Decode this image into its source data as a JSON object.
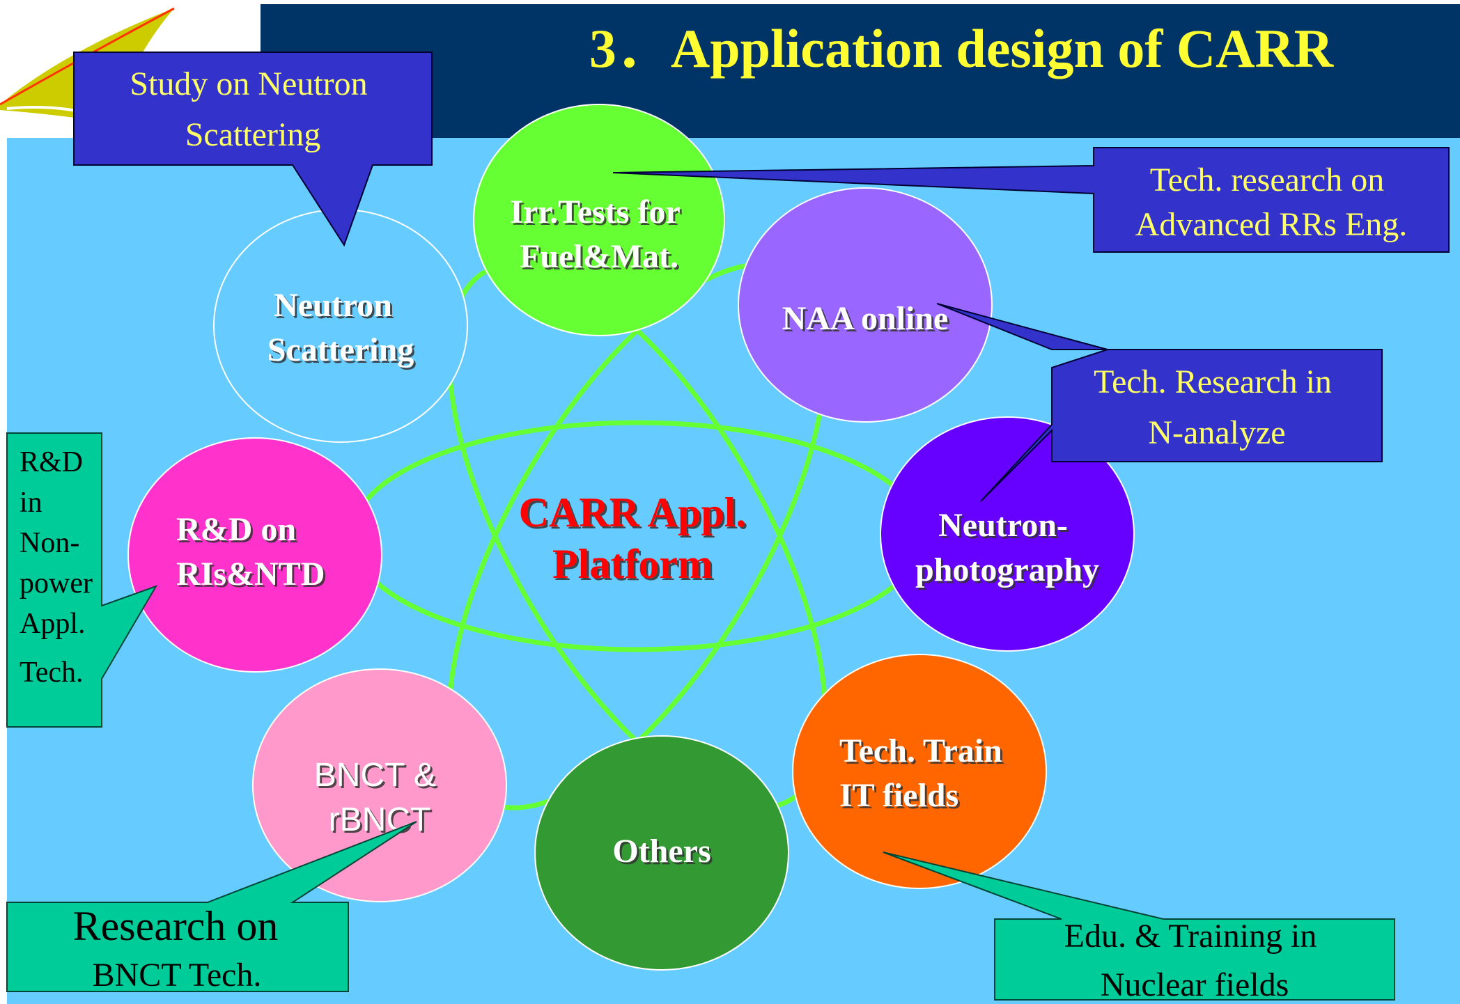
{
  "title": "3．Application design of CARR",
  "colors": {
    "header_bg": "#003366",
    "slide_bg": "#66ccff",
    "title_text": "#ffff33",
    "orbit": "#66ff33",
    "callout_blue": "#3333cc",
    "callout_green": "#00cc99",
    "center_text": "#ff0000"
  },
  "center": {
    "line1": "CARR Appl.",
    "line2": "Platform"
  },
  "nodes": {
    "neutron_scattering": {
      "line1": "Neutron",
      "line2": "Scattering",
      "color": "#66ccff"
    },
    "irr_tests": {
      "line1": "Irr.Tests for",
      "line2": "Fuel&Mat.",
      "color": "#66ff33"
    },
    "naa_online": {
      "line1": "NAA online",
      "color": "#9966ff"
    },
    "neutron_photography": {
      "line1": "Neutron-",
      "line2": "photography",
      "color": "#6600ff"
    },
    "tech_train": {
      "line1": "Tech. Train",
      "line2": "IT fields",
      "color": "#ff6600"
    },
    "others": {
      "line1": "Others",
      "color": "#339933"
    },
    "bnct": {
      "line1": "BNCT &",
      "line2": "rBNCT",
      "color": "#ff99cc"
    },
    "rd_ris": {
      "line1": "R&D on",
      "line2": "RIs&NTD",
      "color": "#ff33cc"
    }
  },
  "callouts": {
    "study_neutron": {
      "line1": "Study on Neutron",
      "line2": "Scattering"
    },
    "tech_advanced": {
      "line1": "Tech. research on",
      "line2": "Advanced RRs Eng."
    },
    "tech_n_analyze": {
      "line1": "Tech. Research in",
      "line2": "N-analyze"
    },
    "rd_nonpower": {
      "lines": [
        "R&D",
        "in",
        "Non-",
        "power",
        "Appl.",
        "Tech."
      ]
    },
    "research_bnct": {
      "line1": "Research on",
      "line2": "BNCT Tech."
    },
    "edu_training": {
      "line1": "Edu. & Training in",
      "line2": "Nuclear fields"
    }
  }
}
